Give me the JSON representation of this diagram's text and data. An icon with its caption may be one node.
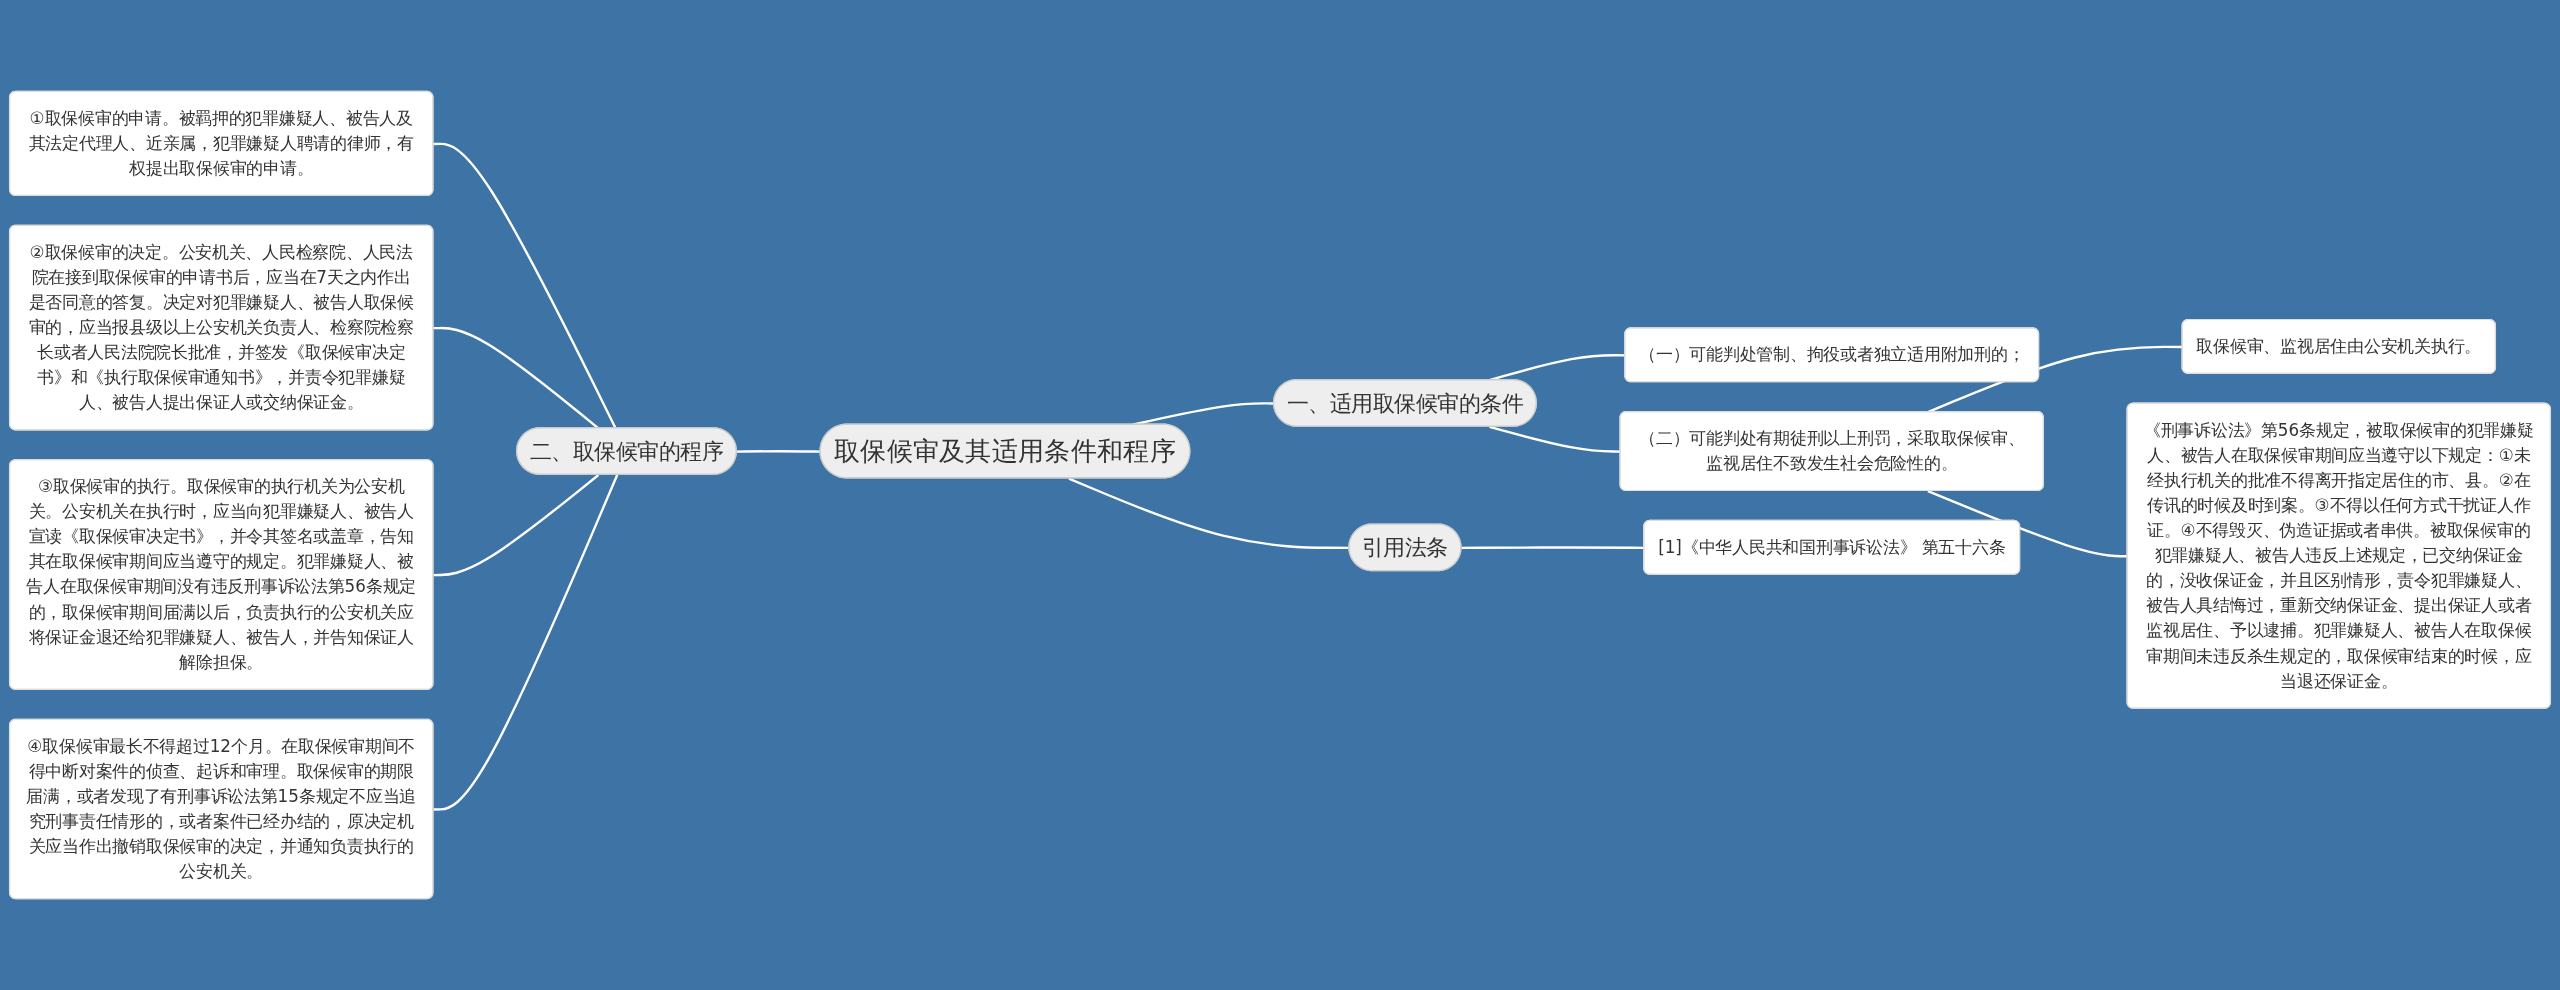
{
  "diagram": {
    "nodes": [
      {
        "text": [
          "取保候审及其适用条件和程序"
        ]
      },
      {
        "text": [
          "一、适用取保候审的条件"
        ]
      },
      {
        "text": [
          "（一）可能判处管制、拘役或者独立适用附加刑的；"
        ]
      },
      {
        "text": [
          "（二）可能判处有期徒刑以上刑罚，采取取保候审、监视居住不致发生社会危险性的。"
        ]
      },
      {
        "text": [
          "取保候审、监视居住由公安机关执行。"
        ]
      },
      {
        "text": [
          "《刑事诉讼法》第56条规定，被取保候审的犯罪嫌疑人、被告人在取保候审期间应当遵守以下规定：①未经执行机关的批准不得离开指定居住的市、县。②在传讯的时候及时到案。③不得以任何方式干扰证人作证。④不得毁灭、伪造证据或者串供。被取保候审的犯罪嫌疑人、被告人违反上述规定，已交纳保证金的，没收保证金，并且区别情形，责令犯罪嫌疑人、被告人具结悔过，重新交纳保证金、提出保证人或者监视居住、予以逮捕。犯罪嫌疑人、被告人在取保候审期间未违反杀生规定的，取保候审结束的时候，应当退还保证金。"
        ]
      },
      {
        "text": [
          "引用法条"
        ]
      },
      {
        "text": [
          "[1]《中华人民共和国刑事诉讼法》 第五十六条"
        ]
      },
      {
        "text": [
          "二、取保候审的程序"
        ]
      },
      {
        "text": [
          "①取保候审的申请。被羁押的犯罪嫌疑人、被告人及其法定代理人、近亲属，犯罪嫌疑人聘请的律师，有权提出取保候审的申请。"
        ]
      },
      {
        "text": [
          "②取保候审的决定。公安机关、人民检察院、人民法院在接到取保候审的申请书后，应当在7天之内作出是否同意的答复。决定对犯罪嫌疑人、被告人取保候审的，应当报县级以上公安机关负责人、检察院检察长或者人民法院院长批准，并签发《取保候审决定书》和《执行取保候审通知书》，并责令犯罪嫌疑人、被告人提出保证人或交纳保证金。"
        ]
      },
      {
        "text": [
          "③取保候审的执行。取保候审的执行机关为公安机关。公安机关在执行时，应当向犯罪嫌疑人、被告人宣读《取保候审决定书》，并令其签名或盖章，告知其在取保候审期间应当遵守的规定。犯罪嫌疑人、被告人在取保候审期间没有违反刑事诉讼法第56条规定的，取保候审期间届满以后，负责执行的公安机关应将保证金退还给犯罪嫌疑人、被告人，并告知保证人解除担保。"
        ]
      },
      {
        "text": [
          "④取保候审最长不得超过12个月。在取保候审期间不得中断对案件的侦查、起诉和审理。取保候审的期限届满，或者发现了有刑事诉讼法第15条规定不应当追究刑事责任情形的，或者案件已经办结的，原决定机关应当作出撤销取保候审的决定，并通知负责执行的公安机关。"
        ]
      }
    ],
    "edges": [
      {
        "from": 0,
        "to": 1,
        "arrow": "none"
      },
      {
        "from": 1,
        "to": 2,
        "arrow": "none"
      },
      {
        "from": 1,
        "to": 3,
        "arrow": "none"
      },
      {
        "from": 3,
        "to": 4,
        "arrow": "none"
      },
      {
        "from": 3,
        "to": 5,
        "arrow": "none"
      },
      {
        "from": 0,
        "to": 6,
        "arrow": "none"
      },
      {
        "from": 6,
        "to": 7,
        "arrow": "none"
      },
      {
        "from": 8,
        "to": 0,
        "arrow": "none"
      },
      {
        "from": 9,
        "to": 8,
        "arrow": "none"
      },
      {
        "from": 10,
        "to": 8,
        "arrow": "none"
      },
      {
        "from": 11,
        "to": 8,
        "arrow": "none"
      },
      {
        "from": 12,
        "to": 8,
        "arrow": "none"
      }
    ]
  }
}
